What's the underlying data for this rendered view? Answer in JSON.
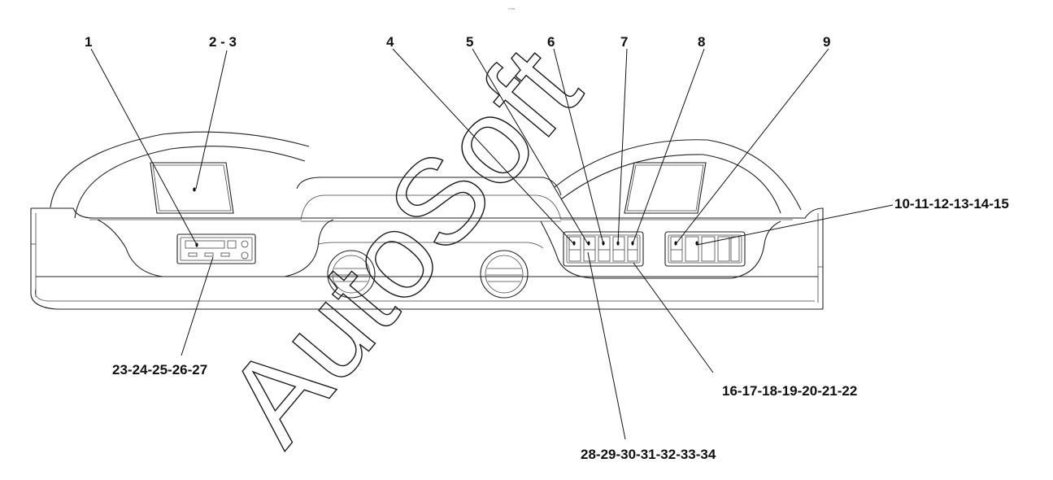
{
  "header": {
    "tiny_mark": "▫▪ ▪▪▪"
  },
  "watermark": {
    "text": "AutoSoft"
  },
  "callouts": [
    {
      "id": "c1",
      "label": "1"
    },
    {
      "id": "c2",
      "label": "2 - 3"
    },
    {
      "id": "c4",
      "label": "4"
    },
    {
      "id": "c5",
      "label": "5"
    },
    {
      "id": "c6",
      "label": "6"
    },
    {
      "id": "c7",
      "label": "7"
    },
    {
      "id": "c8",
      "label": "8"
    },
    {
      "id": "c9",
      "label": "9"
    },
    {
      "id": "c10",
      "label": "10-11-12-13-14-15"
    },
    {
      "id": "c16",
      "label": "16-17-18-19-20-21-22"
    },
    {
      "id": "c23",
      "label": "23-24-25-26-27"
    },
    {
      "id": "c28",
      "label": "28-29-30-31-32-33-34"
    }
  ]
}
